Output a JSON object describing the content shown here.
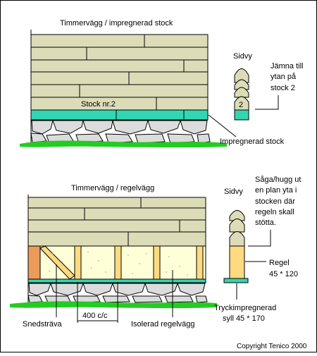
{
  "diagram1": {
    "title": "Timmervägg / impregnerad stock",
    "log_label": "Stock nr.2",
    "side_view": "Sidvy",
    "side_note": [
      "Jämna till",
      "ytan på",
      "stock 2"
    ],
    "log_number": "2",
    "impregnated_label": "Impregnerad stock"
  },
  "diagram2": {
    "title": "Timmervägg / regelvägg",
    "side_view": "Sidvy",
    "side_note": [
      "Såga/hugg ut",
      "en plan yta i",
      "stocken där",
      "regeln skall",
      "stötta."
    ],
    "stud_label": [
      "Regel",
      "45 * 120"
    ],
    "sill_label": [
      "Tryckimpregnerad",
      "syll 45 * 170"
    ],
    "brace_label": "Snedsträva",
    "spacing_label": "400 c/c",
    "insulated_label": "Isolerad regelvägg"
  },
  "copyright": "Copyright Tenico 2000",
  "colors": {
    "log": "#dcdcb9",
    "teal": "#33d6b2",
    "grass": "#22cc22",
    "stone": "#dcdcdc",
    "insulation": "#ffffd7",
    "stud": "#ffda80",
    "brace_end": "#ec9b5a"
  }
}
